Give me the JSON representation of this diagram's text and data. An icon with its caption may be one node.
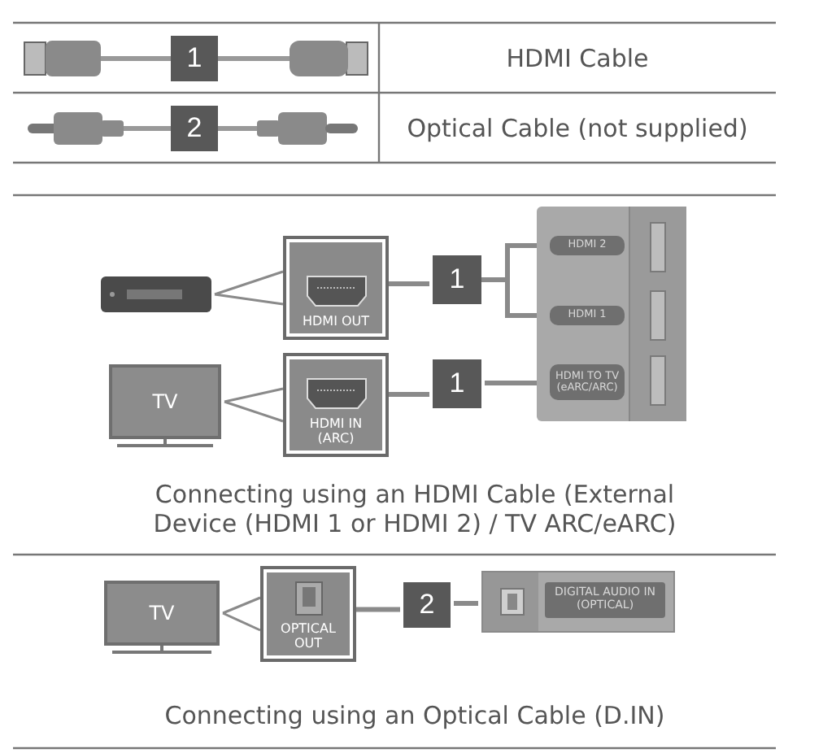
{
  "diagram": {
    "nodes": [
      {
        "text": [
          "1"
        ]
      },
      {
        "text": [
          "2"
        ]
      },
      {
        "text": [],
        "shape": "box"
      },
      {
        "text": [
          "HDMI OUT"
        ]
      },
      {
        "text": [
          "1"
        ]
      },
      {
        "text": [],
        "shape": "box"
      },
      {
        "text": [
          "HDMI 2"
        ],
        "in": 5
      },
      {
        "text": [
          "HDMI 1"
        ],
        "in": 5
      },
      {
        "text": [
          "HDMI TO TV (eARC/ARC)"
        ],
        "in": 5
      },
      {
        "text": [
          "TV"
        ]
      },
      {
        "text": [
          "HDMI IN (ARC)"
        ]
      },
      {
        "text": [
          "1"
        ]
      },
      {
        "text": [
          "TV"
        ]
      },
      {
        "text": [
          "OPTICAL OUT"
        ]
      },
      {
        "text": [
          "2"
        ]
      },
      {
        "text": [
          "DIGITAL AUDIO IN (OPTICAL)"
        ]
      }
    ],
    "edges": [
      {
        "from": 2,
        "to": 3,
        "arrow": "none"
      },
      {
        "from": 3,
        "to": 4,
        "arrow": "none"
      },
      {
        "from": 4,
        "to": 6,
        "arrow": "none"
      },
      {
        "from": 4,
        "to": 7,
        "arrow": "none"
      },
      {
        "from": 9,
        "to": 10,
        "arrow": "none"
      },
      {
        "from": 10,
        "to": 11,
        "arrow": "none"
      },
      {
        "from": 11,
        "to": 8,
        "arrow": "none"
      },
      {
        "from": 12,
        "to": 13,
        "arrow": "none"
      },
      {
        "from": 13,
        "to": 14,
        "arrow": "none"
      },
      {
        "from": 14,
        "to": 15,
        "arrow": "none"
      }
    ],
    "labels": [
      "HDMI Cable",
      "Optical Cable (not supplied)",
      "Connecting using an HDMI Cable (External Device (HDMI 1 or HDMI 2) / TV ARC/eARC)",
      "Connecting using an Optical Cable (D.IN)"
    ]
  }
}
